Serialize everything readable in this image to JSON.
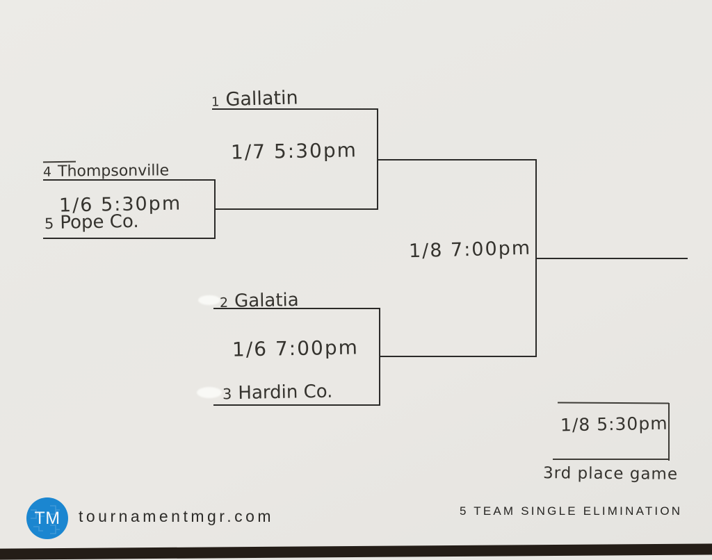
{
  "meta": {
    "paper_color": "#e8e7e3",
    "printed_line_color": "#2b2a28",
    "ink_color": "#35332e",
    "logo_blue": "#1b86d0"
  },
  "bracket": {
    "semifinal_top": {
      "seed": "1",
      "team": "Gallatin",
      "schedule": "1/7 5:30pm"
    },
    "play_in": {
      "top_seed": "4",
      "top_team": "Thompsonville",
      "schedule": "1/6 5:30pm",
      "bottom_seed": "5",
      "bottom_team": "Pope Co."
    },
    "semifinal_bottom": {
      "top_seed": "2",
      "top_team": "Galatia",
      "schedule": "1/6 7:00pm",
      "bottom_seed": "3",
      "bottom_team": "Hardin Co."
    },
    "championship": {
      "schedule": "1/8 7:00pm"
    },
    "third_place": {
      "schedule": "1/8 5:30pm",
      "caption": "3rd place game"
    }
  },
  "footer": {
    "logo_monogram": "TM",
    "site": "tournamentmgr.com",
    "title": "5 TEAM SINGLE ELIMINATION"
  }
}
